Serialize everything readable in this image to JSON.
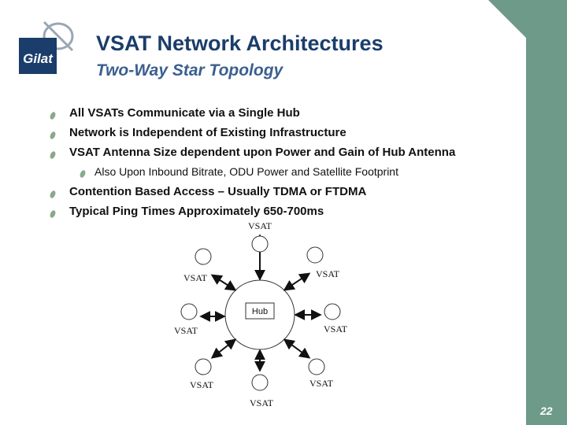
{
  "slide": {
    "title": "VSAT Network Architectures",
    "subtitle": "Two-Way Star Topology",
    "logo_text": "Gilat",
    "page_number": "22"
  },
  "bullets": [
    "All VSATs Communicate via a Single Hub",
    "Network is Independent of Existing Infrastructure",
    "VSAT Antenna Size dependent upon Power and Gain of Hub Antenna",
    "Contention Based Access – Usually TDMA or FTDMA",
    "Typical Ping Times Approximately 650-700ms"
  ],
  "sub_bullets": [
    "Also Upon Inbound Bitrate, ODU Power and Satellite Footprint"
  ],
  "diagram": {
    "hub_label": "Hub",
    "node_label": "VSAT"
  },
  "colors": {
    "title": "#1a3d6b",
    "subtitle": "#3a5f8e",
    "sidebar": "#6e9a8a",
    "bullet_mark": "#8aa88a"
  }
}
